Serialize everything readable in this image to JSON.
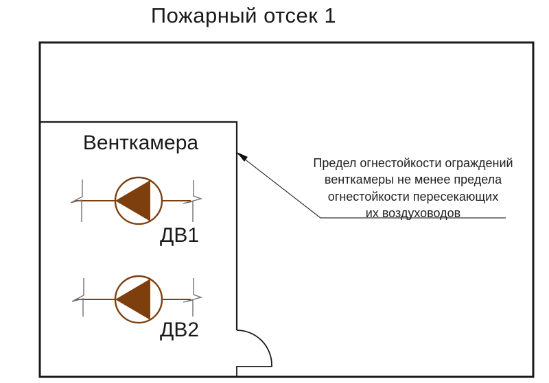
{
  "drawing": {
    "title": "Пожарный отсек 1",
    "vent_chamber": {
      "label": "Венткамера",
      "fans": [
        {
          "label": "ДВ1"
        },
        {
          "label": "ДВ2"
        }
      ]
    },
    "annotation": {
      "line1": "Предел огнестойкости ограждений",
      "line2": "венткамеры не менее предела",
      "line3": "огнестойкости пересекающих",
      "line4": "их воздуховодов"
    },
    "colors": {
      "fan_brown": "#7D3F0E",
      "line_black": "#1A1A1A",
      "break_gray": "#707070"
    }
  }
}
